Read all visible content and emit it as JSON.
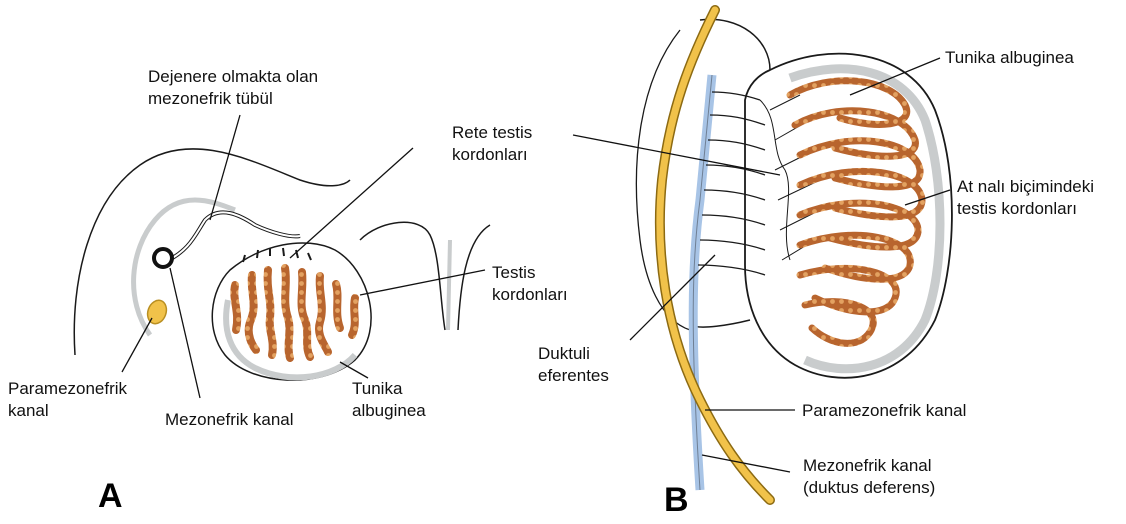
{
  "panel_a": {
    "letter": "A",
    "labels": {
      "degenerating_tubule": [
        "Dejenere olmakta olan",
        "mezonefrik tübül"
      ],
      "rete_testis_cords": [
        "Rete testis",
        "kordonları"
      ],
      "testis_cords": [
        "Testis",
        "kordonları"
      ],
      "paramesonephric_duct": [
        "Paramezonefrik",
        "kanal"
      ],
      "mesonephric_duct": "Mezonefrik kanal",
      "tunica_albuginea": [
        "Tunika",
        "albuginea"
      ]
    }
  },
  "panel_b": {
    "letter": "B",
    "labels": {
      "tunica_albuginea": "Tunika albuginea",
      "horseshoe_cords": [
        "At nalı biçimindeki",
        "testis kordonları"
      ],
      "ductuli_efferentes": [
        "Duktuli",
        "eferentes"
      ],
      "paramesonephric_duct": "Paramezonefrik kanal",
      "mesonephric_duct": [
        "Mezonefrik kanal",
        "(duktus deferens)"
      ]
    }
  },
  "colors": {
    "cord_fill": "#b8652e",
    "cord_dot": "#d9924a",
    "tunica_gray": "#c9cccd",
    "mesonephric_blue": "#a8c4e6",
    "paramesonephric_yellow": "#f1c24a",
    "outline": "#1a1a1a"
  }
}
